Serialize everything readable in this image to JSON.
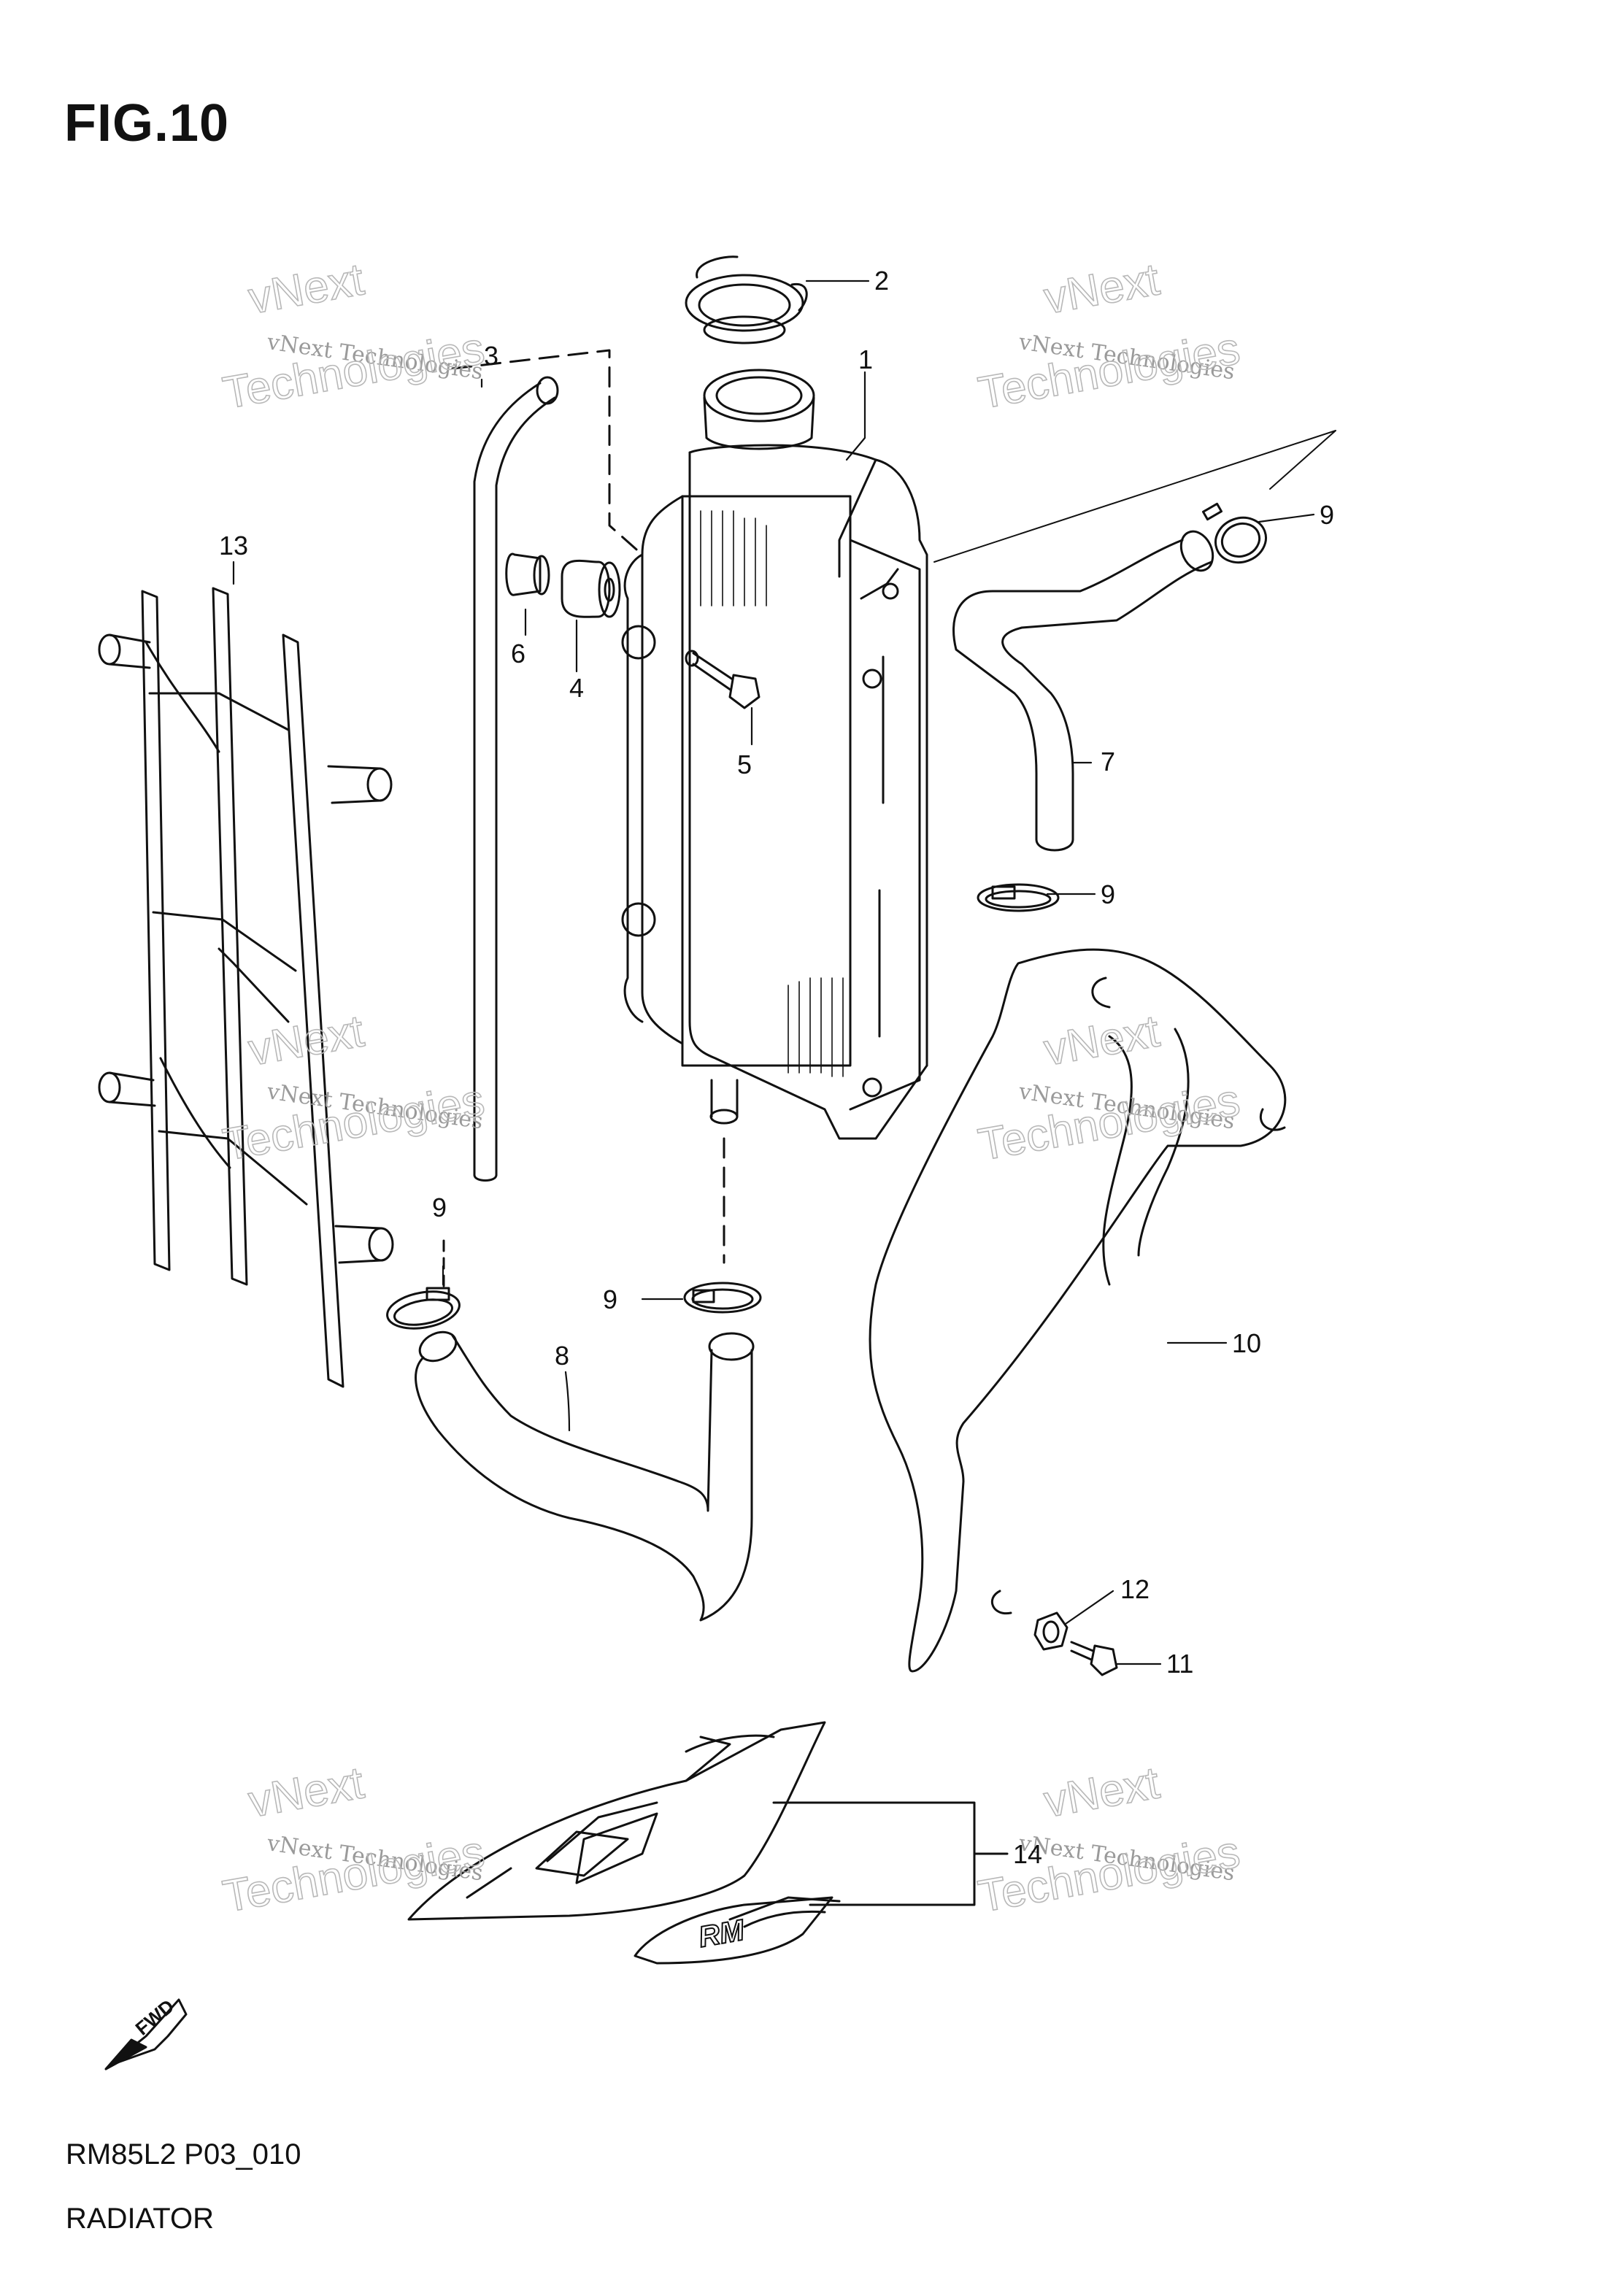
{
  "figure": {
    "title": "FIG.10"
  },
  "reference": {
    "code": "RM85L2 P03_010",
    "title": "RADIATOR"
  },
  "watermark": {
    "line1": "vNext",
    "line2": "vNext Technologies",
    "line3": "Technologies"
  },
  "fwd_label": "FWD",
  "rm_logo": "RM",
  "callouts": [
    {
      "id": "c1",
      "label": "1"
    },
    {
      "id": "c2",
      "label": "2"
    },
    {
      "id": "c3",
      "label": "3"
    },
    {
      "id": "c4",
      "label": "4"
    },
    {
      "id": "c5",
      "label": "5"
    },
    {
      "id": "c6",
      "label": "6"
    },
    {
      "id": "c7",
      "label": "7"
    },
    {
      "id": "c8",
      "label": "8"
    },
    {
      "id": "c9a",
      "label": "9"
    },
    {
      "id": "c9b",
      "label": "9"
    },
    {
      "id": "c9c",
      "label": "9"
    },
    {
      "id": "c9d",
      "label": "9"
    },
    {
      "id": "c10",
      "label": "10"
    },
    {
      "id": "c11",
      "label": "11"
    },
    {
      "id": "c12",
      "label": "12"
    },
    {
      "id": "c13",
      "label": "13"
    },
    {
      "id": "c14",
      "label": "14"
    }
  ]
}
